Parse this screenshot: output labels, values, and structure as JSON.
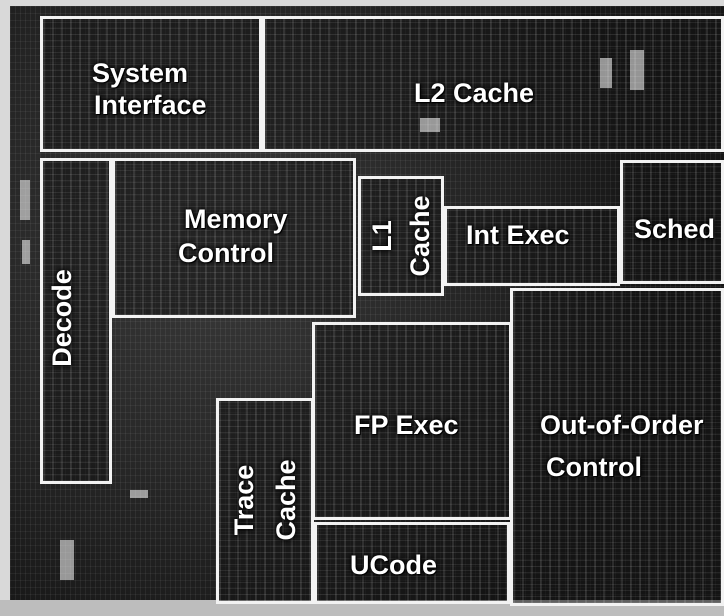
{
  "labels": {
    "system_interface_l1": "System",
    "system_interface_l2": "Interface",
    "l2_cache": "L2 Cache",
    "memory_control_l1": "Memory",
    "memory_control_l2": "Control",
    "l1_cache_a": "L1",
    "l1_cache_b": "Cache",
    "int_exec": "Int Exec",
    "sched": "Sched",
    "decode": "Decode",
    "fp_exec": "FP Exec",
    "out_of_order_l1": "Out-of-Order",
    "out_of_order_l2": "Control",
    "trace_a": "Trace",
    "trace_b": "Cache",
    "ucode": "UCode"
  },
  "colors": {
    "die_background": "#161616",
    "block_border": "#f2f2f2",
    "label_text": "#ffffff"
  }
}
